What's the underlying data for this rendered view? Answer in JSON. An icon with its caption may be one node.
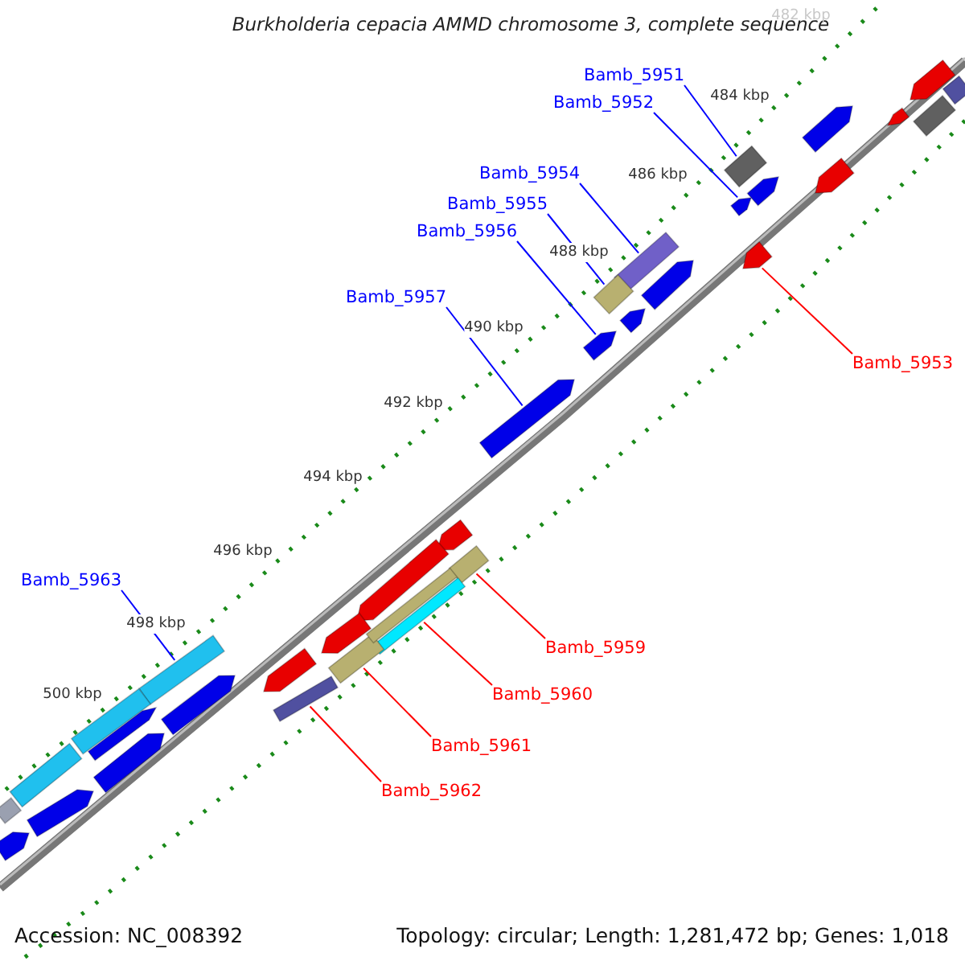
{
  "diagram": {
    "title": "Burkholderia cepacia AMMD chromosome 3, complete sequence",
    "nodes": [
      {
        "text": [
          "Bamb_5951"
        ]
      },
      {
        "text": [
          "Bamb_5952"
        ]
      },
      {
        "text": [
          "Bamb_5954"
        ]
      },
      {
        "text": [
          "Bamb_5955"
        ]
      },
      {
        "text": [
          "Bamb_5956"
        ]
      },
      {
        "text": [
          "Bamb_5957"
        ]
      },
      {
        "text": [
          "Bamb_5953"
        ]
      },
      {
        "text": [
          "Bamb_5963"
        ]
      },
      {
        "text": [
          "Bamb_5959"
        ]
      },
      {
        "text": [
          "Bamb_5960"
        ]
      },
      {
        "text": [
          "Bamb_5961"
        ]
      },
      {
        "text": [
          "Bamb_5962"
        ]
      },
      {
        "text": [],
        "shape": "box"
      },
      {
        "text": [],
        "shape": "arrow"
      },
      {
        "text": [],
        "shape": "bar"
      },
      {
        "text": [],
        "shape": "box"
      },
      {
        "text": [],
        "shape": "arrow"
      },
      {
        "text": [],
        "shape": "arrow"
      },
      {
        "text": [],
        "shape": "arrow"
      },
      {
        "text": [],
        "shape": "bar"
      },
      {
        "text": [],
        "shape": "box"
      },
      {
        "text": [],
        "shape": "bar"
      },
      {
        "text": [],
        "shape": "box"
      },
      {
        "text": [],
        "shape": "bar"
      },
      {
        "text": [],
        "shape": "arrow"
      },
      {
        "text": [],
        "shape": "arrow"
      },
      {
        "text": [],
        "shape": "arrow"
      },
      {
        "text": [],
        "shape": "arrow"
      },
      {
        "text": [],
        "shape": "box"
      },
      {
        "text": [],
        "shape": "box"
      },
      {
        "text": [],
        "shape": "arrow"
      },
      {
        "text": [],
        "shape": "arrow"
      },
      {
        "text": [],
        "shape": "arrow"
      },
      {
        "text": [],
        "shape": "arrow"
      },
      {
        "text": [],
        "shape": "arrow"
      },
      {
        "text": [],
        "shape": "arrow"
      },
      {
        "text": [],
        "shape": "arrow"
      },
      {
        "text": [],
        "shape": "bar"
      },
      {
        "text": [],
        "shape": "bar"
      },
      {
        "text": [],
        "shape": "bar"
      },
      {
        "text": [],
        "shape": "box"
      },
      {
        "text": [],
        "shape": "arrow"
      },
      {
        "text": [],
        "shape": "arrow"
      },
      {
        "text": [],
        "shape": "arrow"
      },
      {
        "text": [],
        "shape": "arrow"
      },
      {
        "text": [],
        "shape": "arrow"
      }
    ],
    "edges": [
      {
        "from": 0,
        "to": 12,
        "arrow": "none"
      },
      {
        "from": 1,
        "to": 13,
        "arrow": "none"
      },
      {
        "from": 2,
        "to": 14,
        "arrow": "none"
      },
      {
        "from": 3,
        "to": 15,
        "arrow": "none"
      },
      {
        "from": 4,
        "to": 16,
        "arrow": "none"
      },
      {
        "from": 5,
        "to": 17,
        "arrow": "none"
      },
      {
        "from": 6,
        "to": 18,
        "arrow": "none",
        "color": "#ff0000"
      },
      {
        "from": 7,
        "to": 19,
        "arrow": "none"
      },
      {
        "from": 8,
        "to": 20,
        "arrow": "none",
        "color": "#ff0000"
      },
      {
        "from": 9,
        "to": 21,
        "arrow": "none",
        "color": "#ff0000"
      },
      {
        "from": 10,
        "to": 22,
        "arrow": "none",
        "color": "#ff0000"
      },
      {
        "from": 11,
        "to": 23,
        "arrow": "none",
        "color": "#ff0000"
      }
    ],
    "labels": [
      "482 kbp",
      "484 kbp",
      "486 kbp",
      "488 kbp",
      "490 kbp",
      "492 kbp",
      "494 kbp",
      "496 kbp",
      "498 kbp",
      "500 kbp",
      "Accession: NC_008392",
      "Topology: circular; Length: 1,281,472 bp; Genes: 1,018"
    ]
  }
}
